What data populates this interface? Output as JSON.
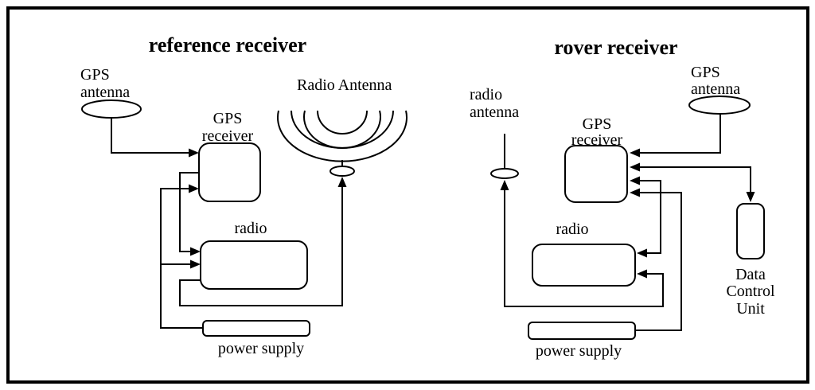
{
  "colors": {
    "ink": "#000000",
    "background": "#ffffff"
  },
  "reference": {
    "title": "reference receiver",
    "gps_antenna": {
      "line1": "GPS",
      "line2": "antenna"
    },
    "radio_antenna_label": "Radio Antenna",
    "gps_receiver": {
      "line1": "GPS",
      "line2": "receiver"
    },
    "radio_label": "radio",
    "power_supply_label": "power supply"
  },
  "rover": {
    "title": "rover receiver",
    "radio_antenna": {
      "line1": "radio",
      "line2": "antenna"
    },
    "gps_antenna": {
      "line1": "GPS",
      "line2": "antenna"
    },
    "gps_receiver": {
      "line1": "GPS",
      "line2": "receiver"
    },
    "radio_label": "radio",
    "power_supply_label": "power supply",
    "data_control_unit": {
      "line1": "Data",
      "line2": "Control",
      "line3": "Unit"
    }
  }
}
